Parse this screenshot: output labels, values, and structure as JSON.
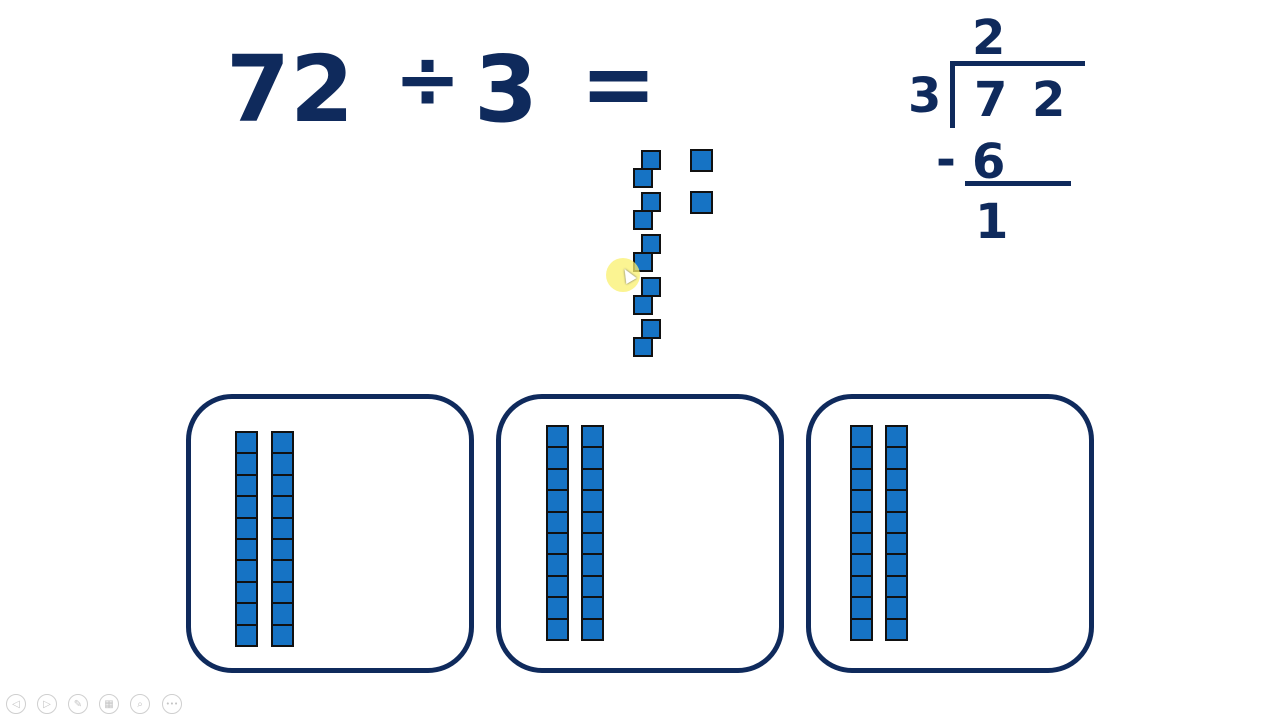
{
  "equation": {
    "dividend": "72",
    "operator": "÷",
    "divisor": "3",
    "equals": "="
  },
  "long_division": {
    "quotient": "2",
    "divisor": "3",
    "dividend_digits": [
      "7",
      "2"
    ],
    "subtract_sign": "-",
    "product": "6",
    "remainder": "1"
  },
  "loose_blocks": {
    "ones_remaining": 2,
    "regrouped_tens_units": 10
  },
  "groups": [
    {
      "label": "group-1",
      "tens_rods": 2,
      "units_per_rod": 10
    },
    {
      "label": "group-2",
      "tens_rods": 2,
      "units_per_rod": 10
    },
    {
      "label": "group-3",
      "tens_rods": 2,
      "units_per_rod": 10
    }
  ],
  "presentation_controls": [
    {
      "name": "previous-slide",
      "glyph": "◁"
    },
    {
      "name": "next-slide",
      "glyph": "▷"
    },
    {
      "name": "pen",
      "glyph": "✎"
    },
    {
      "name": "slide-sorter",
      "glyph": "▦"
    },
    {
      "name": "zoom",
      "glyph": "⌕"
    },
    {
      "name": "more-options",
      "glyph": "•••"
    }
  ],
  "colors": {
    "text": "#0f2a5c",
    "block_fill": "#1673c4",
    "block_border": "#111111"
  }
}
